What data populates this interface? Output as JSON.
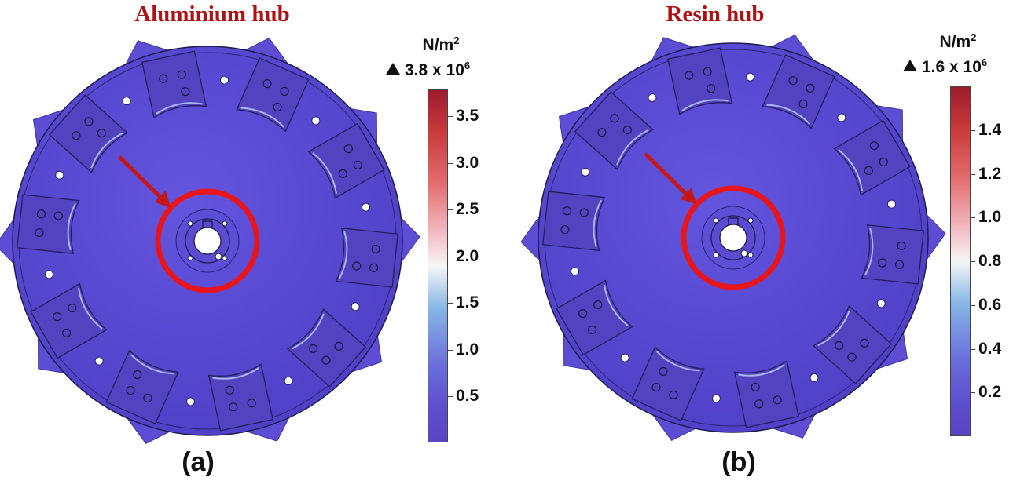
{
  "panels": [
    {
      "title": "Aluminium hub",
      "caption": "(a)",
      "colorbar": {
        "unit_base": "N/m",
        "unit_sup": "2",
        "max_label_base": "3.8 x 10",
        "max_label_sup": "6",
        "ticks": [
          "3.5",
          "3.0",
          "2.5",
          "2.0",
          "1.5",
          "1.0",
          "0.5"
        ]
      }
    },
    {
      "title": "Resin hub",
      "caption": "(b)",
      "colorbar": {
        "unit_base": "N/m",
        "unit_sup": "2",
        "max_label_base": "1.6 x 10",
        "max_label_sup": "6",
        "ticks": [
          "1.4",
          "1.2",
          "1.0",
          "0.8",
          "0.6",
          "0.4",
          "0.2"
        ]
      }
    }
  ],
  "colors": {
    "title_red": "#b01214",
    "highlight_ring": "#e8161b",
    "arrow": "#c4171a",
    "disk_fill": "#5b4bd6",
    "pocket_fill": "#5443c0"
  }
}
